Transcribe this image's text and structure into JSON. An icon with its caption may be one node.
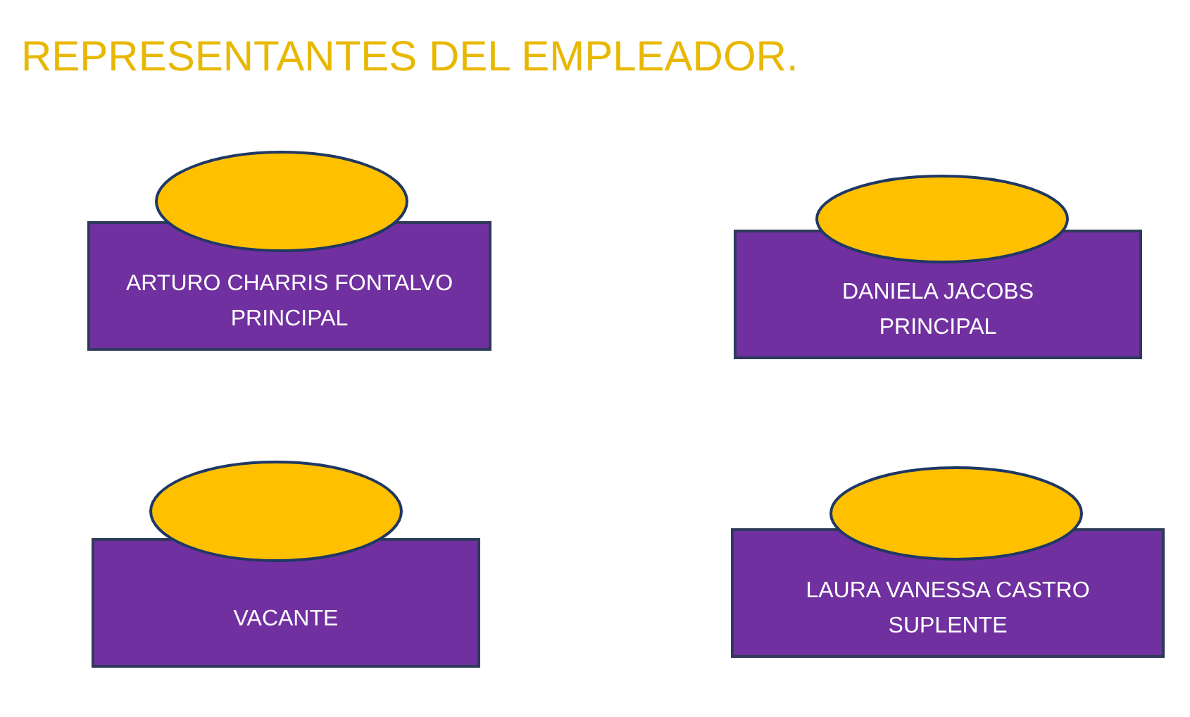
{
  "diagram": {
    "title": "REPRESENTANTES DEL EMPLEADOR.",
    "nodes": [
      {
        "text": [],
        "shape": "ellipse"
      },
      {
        "text": [
          "ARTURO CHARRIS FONTALVO",
          "PRINCIPAL"
        ]
      },
      {
        "text": [],
        "shape": "ellipse"
      },
      {
        "text": [
          "DANIELA JACOBS",
          "PRINCIPAL"
        ]
      },
      {
        "text": [],
        "shape": "ellipse"
      },
      {
        "text": [
          "VACANTE"
        ]
      },
      {
        "text": [],
        "shape": "ellipse"
      },
      {
        "text": [
          "LAURA VANESSA CASTRO",
          "SUPLENTE"
        ]
      }
    ]
  }
}
